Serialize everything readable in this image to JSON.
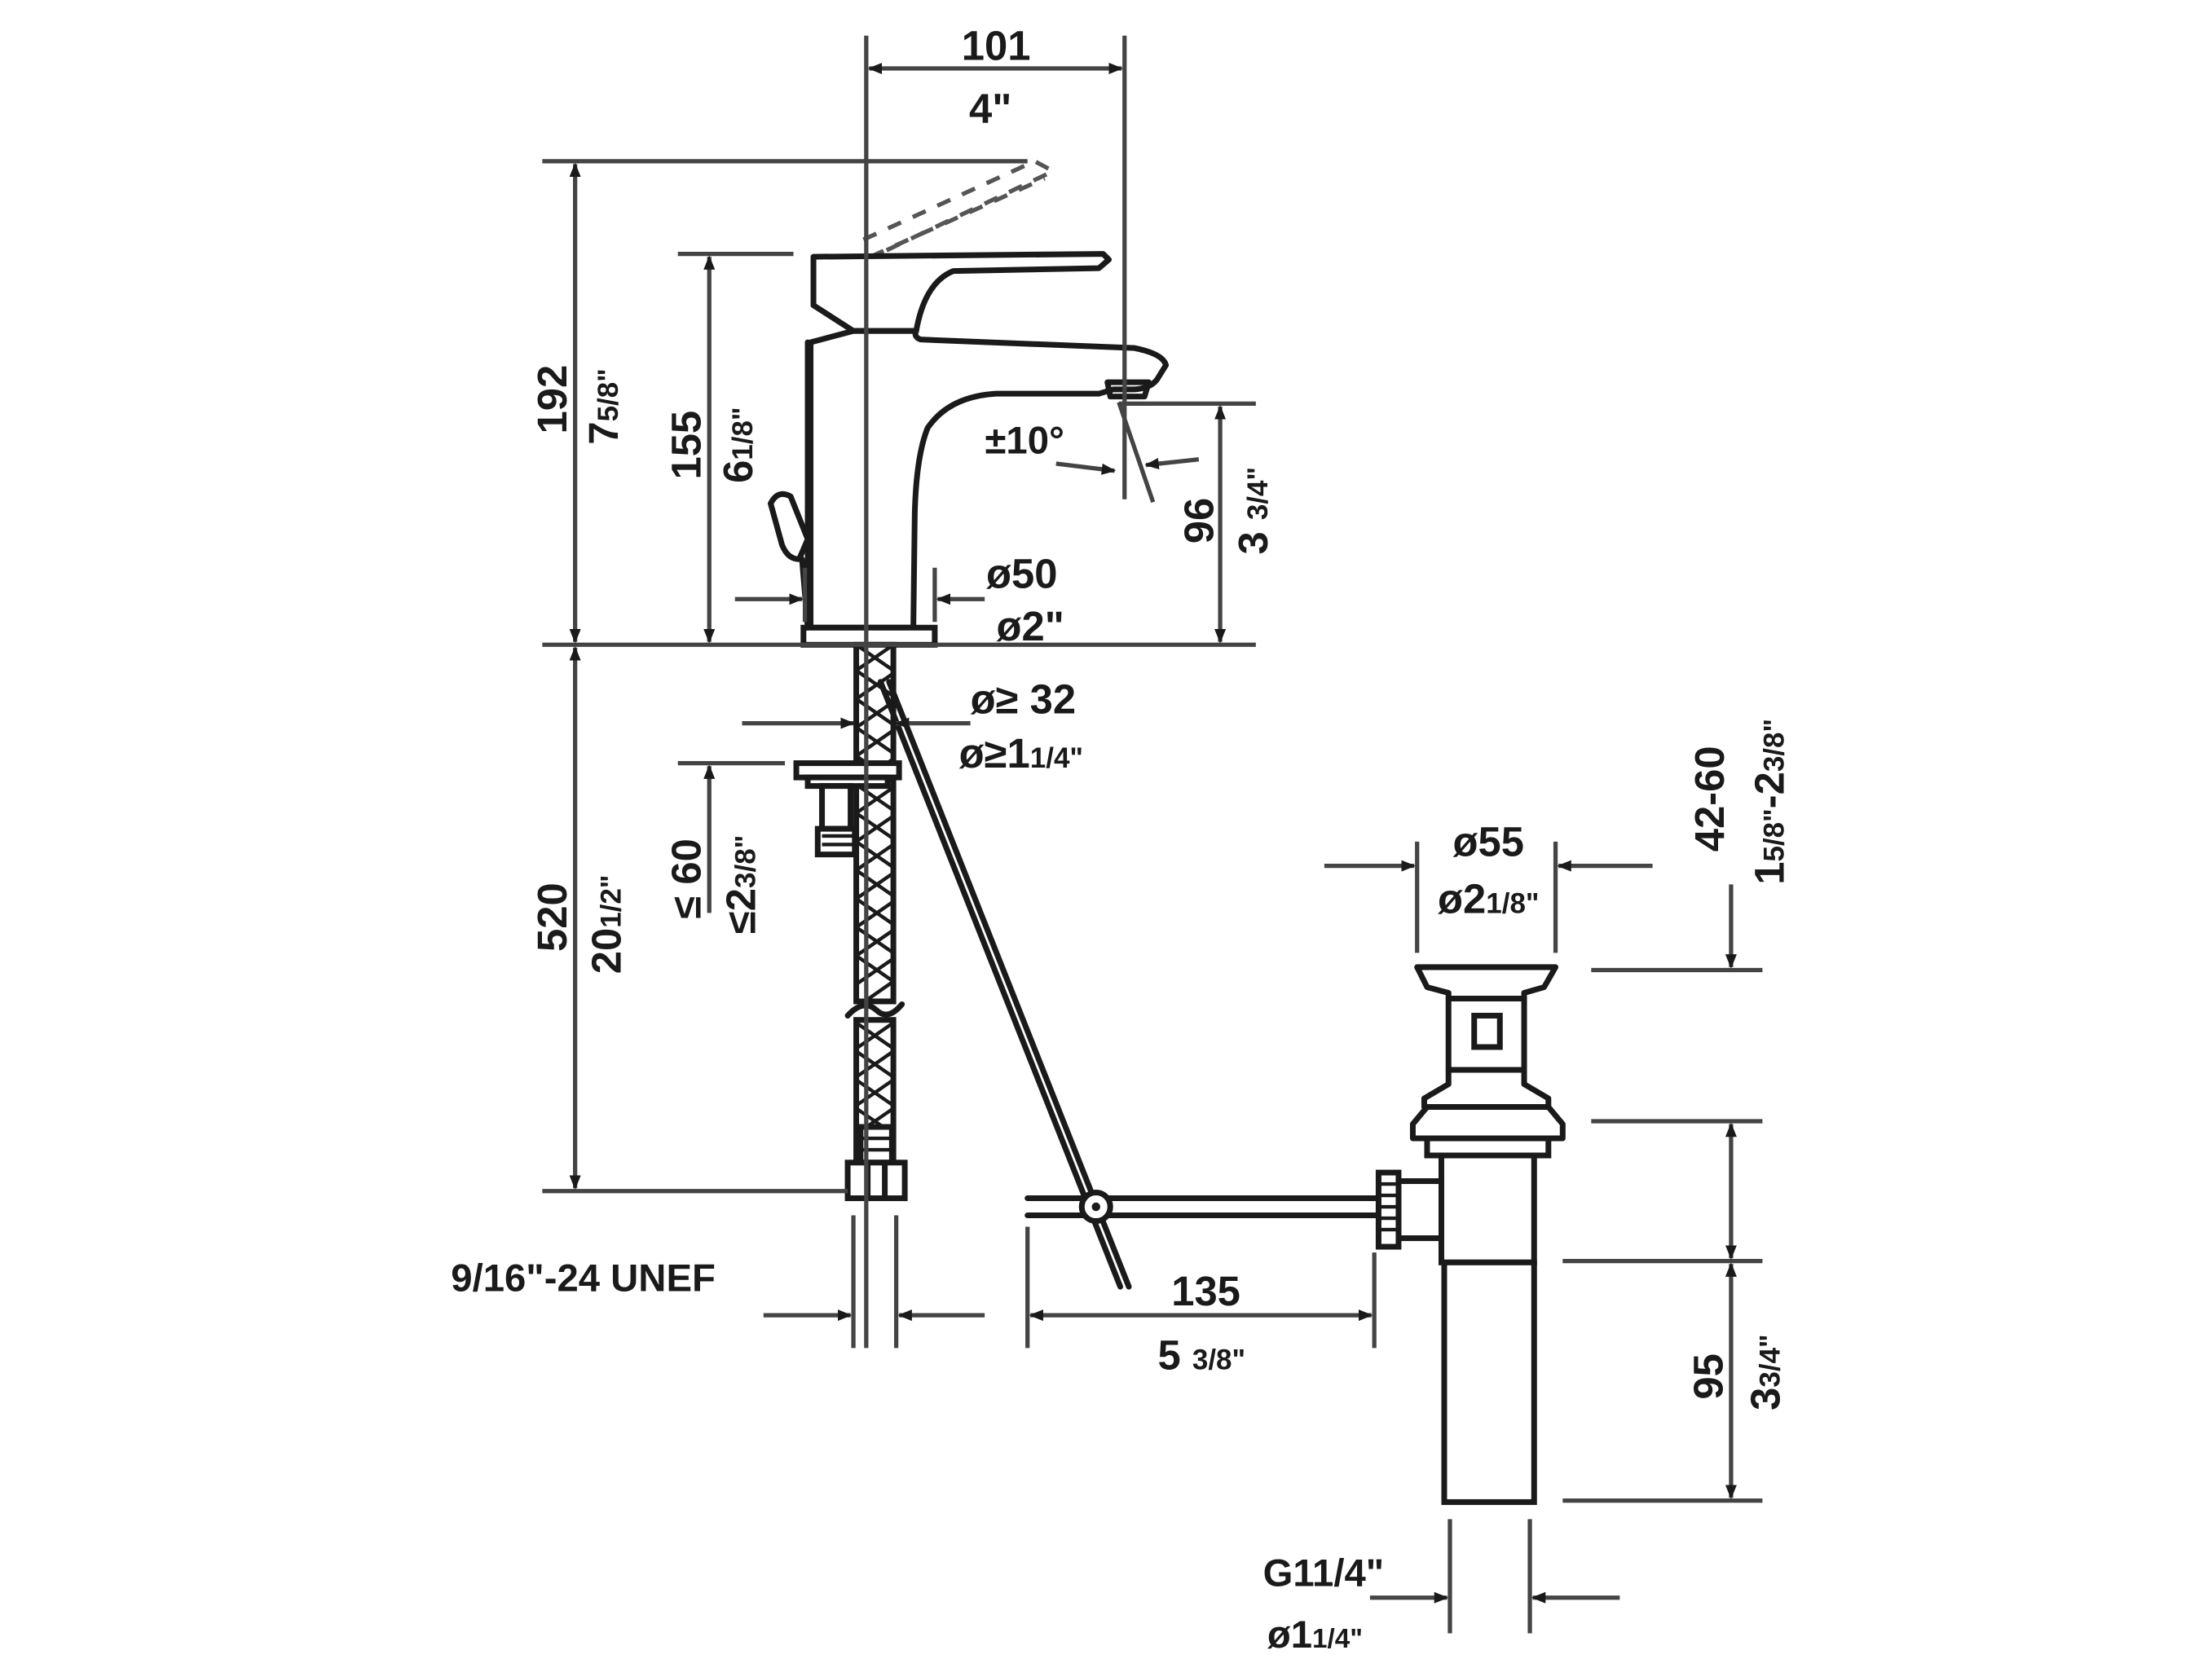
{
  "dimensions": {
    "handle_reach": {
      "mm": "101",
      "inch": "4\""
    },
    "total_height": {
      "mm": "192",
      "inch_whole": "7",
      "inch_frac": "5/8\""
    },
    "spout_height": {
      "mm": "155",
      "inch_whole": "6",
      "inch_frac": "1/8\""
    },
    "spout_clearance": {
      "mm": "96",
      "inch_whole": "3 ",
      "inch_frac": "3/4\""
    },
    "spout_swivel": "±10°",
    "base_diameter": {
      "mm": "ø50",
      "inch": "ø2\""
    },
    "hole_diameter": {
      "mm": "ø≥ 32",
      "inch_whole": "ø≥1",
      "inch_frac": "1/4\""
    },
    "hose_length": {
      "mm": "520",
      "inch_whole": "20",
      "inch_frac": "1/2\""
    },
    "deck_thickness": {
      "mm": "≤ 60",
      "inch_whole": "≤2",
      "inch_frac": "3/8\""
    },
    "thread": "9/16\"-24 UNEF",
    "rod_length": {
      "mm": "135",
      "inch_whole": "5 ",
      "inch_frac": "3/8\""
    },
    "drain_flange": {
      "mm": "ø55",
      "inch_whole": "ø2",
      "inch_frac": "1/8\""
    },
    "drain_range": {
      "mm": "42-60",
      "inch_a_whole": "1",
      "inch_a_frac": "5/8\"",
      "inch_b_whole": "-2",
      "inch_b_frac": "3/8\""
    },
    "drain_tail": {
      "mm": "95",
      "inch_whole": "3",
      "inch_frac": "3/4\""
    },
    "drain_thread": {
      "label": "G11/4\"",
      "inch_whole": "ø1",
      "inch_frac": "1/4\""
    }
  },
  "colors": {
    "line": "#1a1a1a",
    "background": "#ffffff"
  }
}
